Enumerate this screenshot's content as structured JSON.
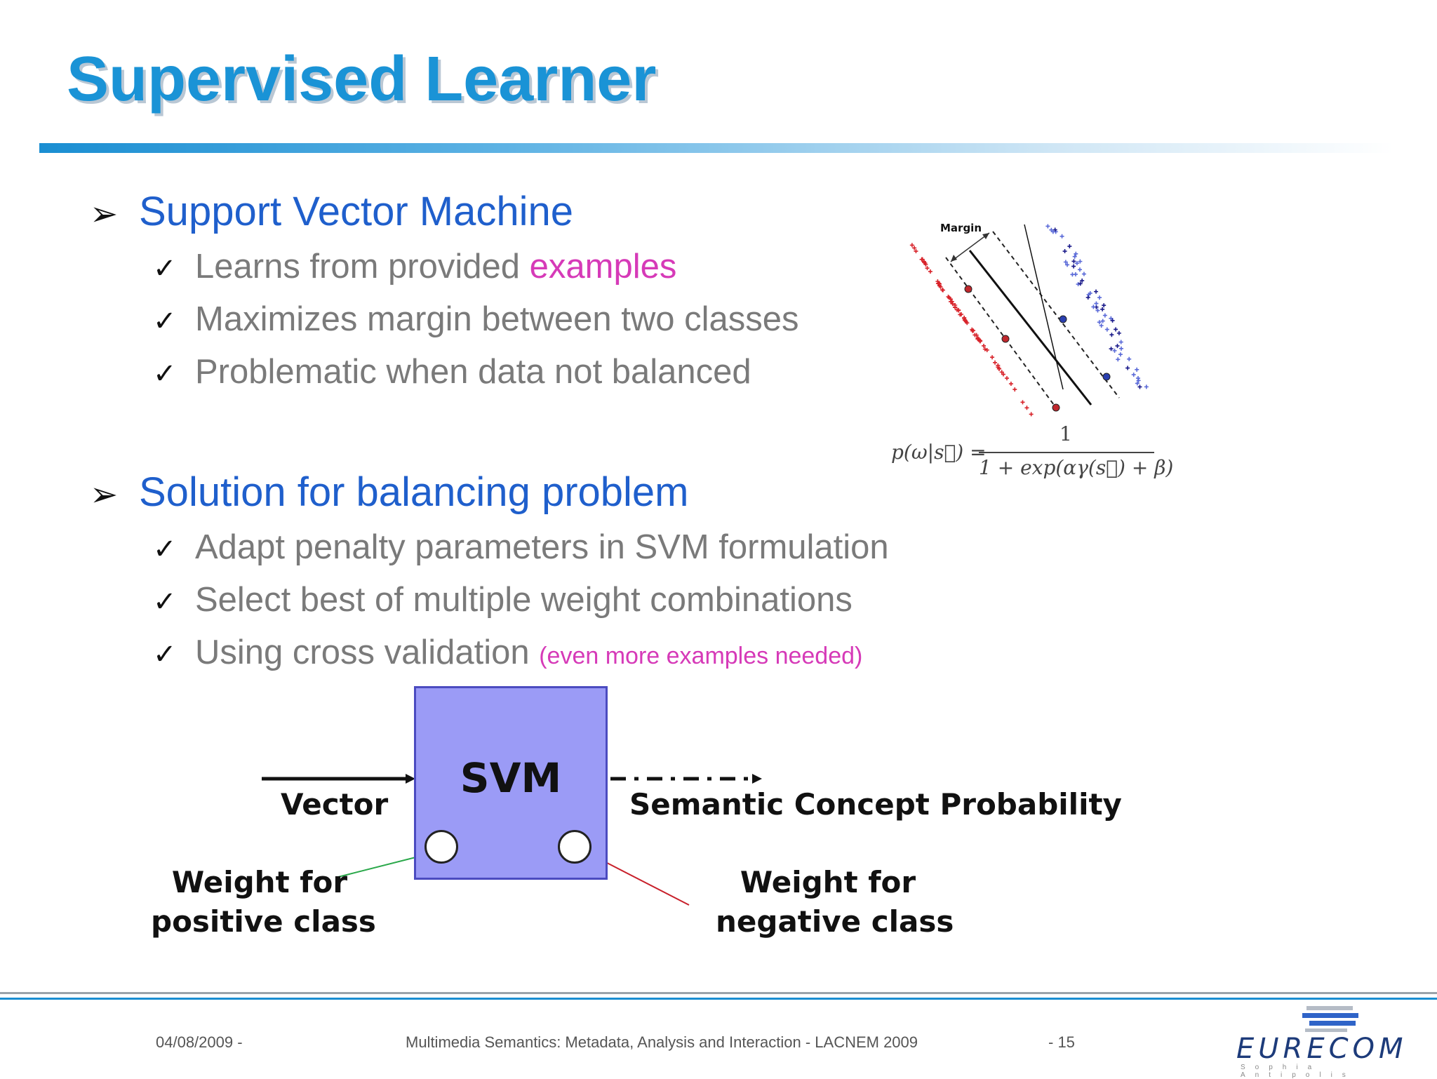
{
  "slide": {
    "title": "Supervised Learner",
    "section1": {
      "heading": "Support Vector Machine",
      "items": [
        {
          "text": "Learns from provided ",
          "highlight": "examples"
        },
        {
          "text": "Maximizes margin between two classes"
        },
        {
          "text": "Problematic when data not balanced"
        }
      ]
    },
    "section2": {
      "heading": "Solution for balancing problem",
      "items": [
        {
          "text": "Adapt penalty parameters in SVM formulation"
        },
        {
          "text": "Select best of multiple weight combinations"
        },
        {
          "text": "Using cross validation ",
          "note": "(even more examples needed)"
        }
      ]
    },
    "figure": {
      "margin_label": "Margin",
      "formula_lhs": "p(ω|s⃗) =",
      "formula_num": "1",
      "formula_den": "1 + exp(αγ(s⃗) + β)"
    },
    "diagram": {
      "box_label": "SVM",
      "input_label": "Vector",
      "output_label": "Semantic Concept Probability",
      "left_weight": [
        "Weight for",
        "positive class"
      ],
      "right_weight": [
        "Weight for",
        "negative class"
      ]
    },
    "footer": {
      "date": "04/08/2009 -",
      "center": "Multimedia Semantics: Metadata, Analysis and Interaction - LACNEM 2009",
      "page": "- 15",
      "logo": "EURECOM",
      "logo_sub": "Sophia Antipolis"
    }
  },
  "colors": {
    "title": "#1a93d6",
    "heading": "#1f5fcc",
    "body_text": "#7a7a7a",
    "highlight": "#d63ab8",
    "svm_box": "#9b9bf6"
  },
  "icons": [
    "arrow-bullet-icon",
    "checkmark-icon"
  ]
}
